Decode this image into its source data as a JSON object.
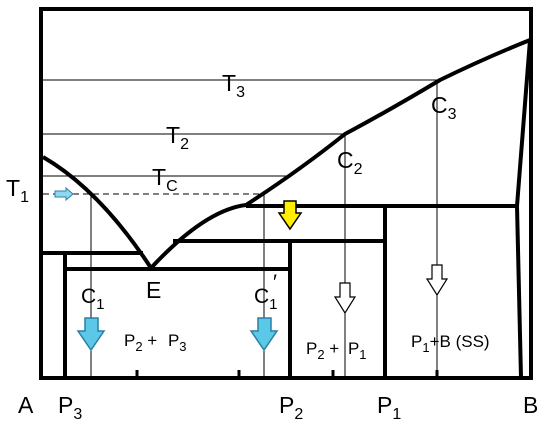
{
  "labels": {
    "T3": "T",
    "T3_sub": "3",
    "T2": "T",
    "T2_sub": "2",
    "Tc": "T",
    "Tc_sub": "C",
    "T1": "T",
    "T1_sub": "1",
    "C3": "C",
    "C3_sub": "3",
    "C2": "C",
    "C2_sub": "2",
    "C1": "C",
    "C1_sub": "1",
    "C1p": "C",
    "C1p_sub": "1",
    "C1p_prime": "′",
    "E": "E",
    "A": "A",
    "B": "B",
    "P3": "P",
    "P3_sub": "3",
    "P2": "P",
    "P2_sub": "2",
    "P1": "P",
    "P1_sub": "1"
  },
  "regions": {
    "left": {
      "p_a": "P",
      "a_sub": "2",
      "plus": " + ",
      "p_b": "P",
      "b_sub": "3"
    },
    "middle": {
      "p_a": "P",
      "a_sub": "2",
      "plus": " + ",
      "p_b": "P",
      "b_sub": "1"
    },
    "right": {
      "p_a": "P",
      "a_sub": "1",
      "rest": "+B (SS)"
    }
  },
  "colors": {
    "line": "#000000",
    "cyan_arrow": "#5bc8e8",
    "yellow_arrow": "#ffee00",
    "hollow_arrow": "#ffffff",
    "small_arrow": "#8fd8f0"
  },
  "icons": {
    "cooling_arrow": "down-arrow-icon",
    "point_arrow": "right-arrow-icon"
  }
}
